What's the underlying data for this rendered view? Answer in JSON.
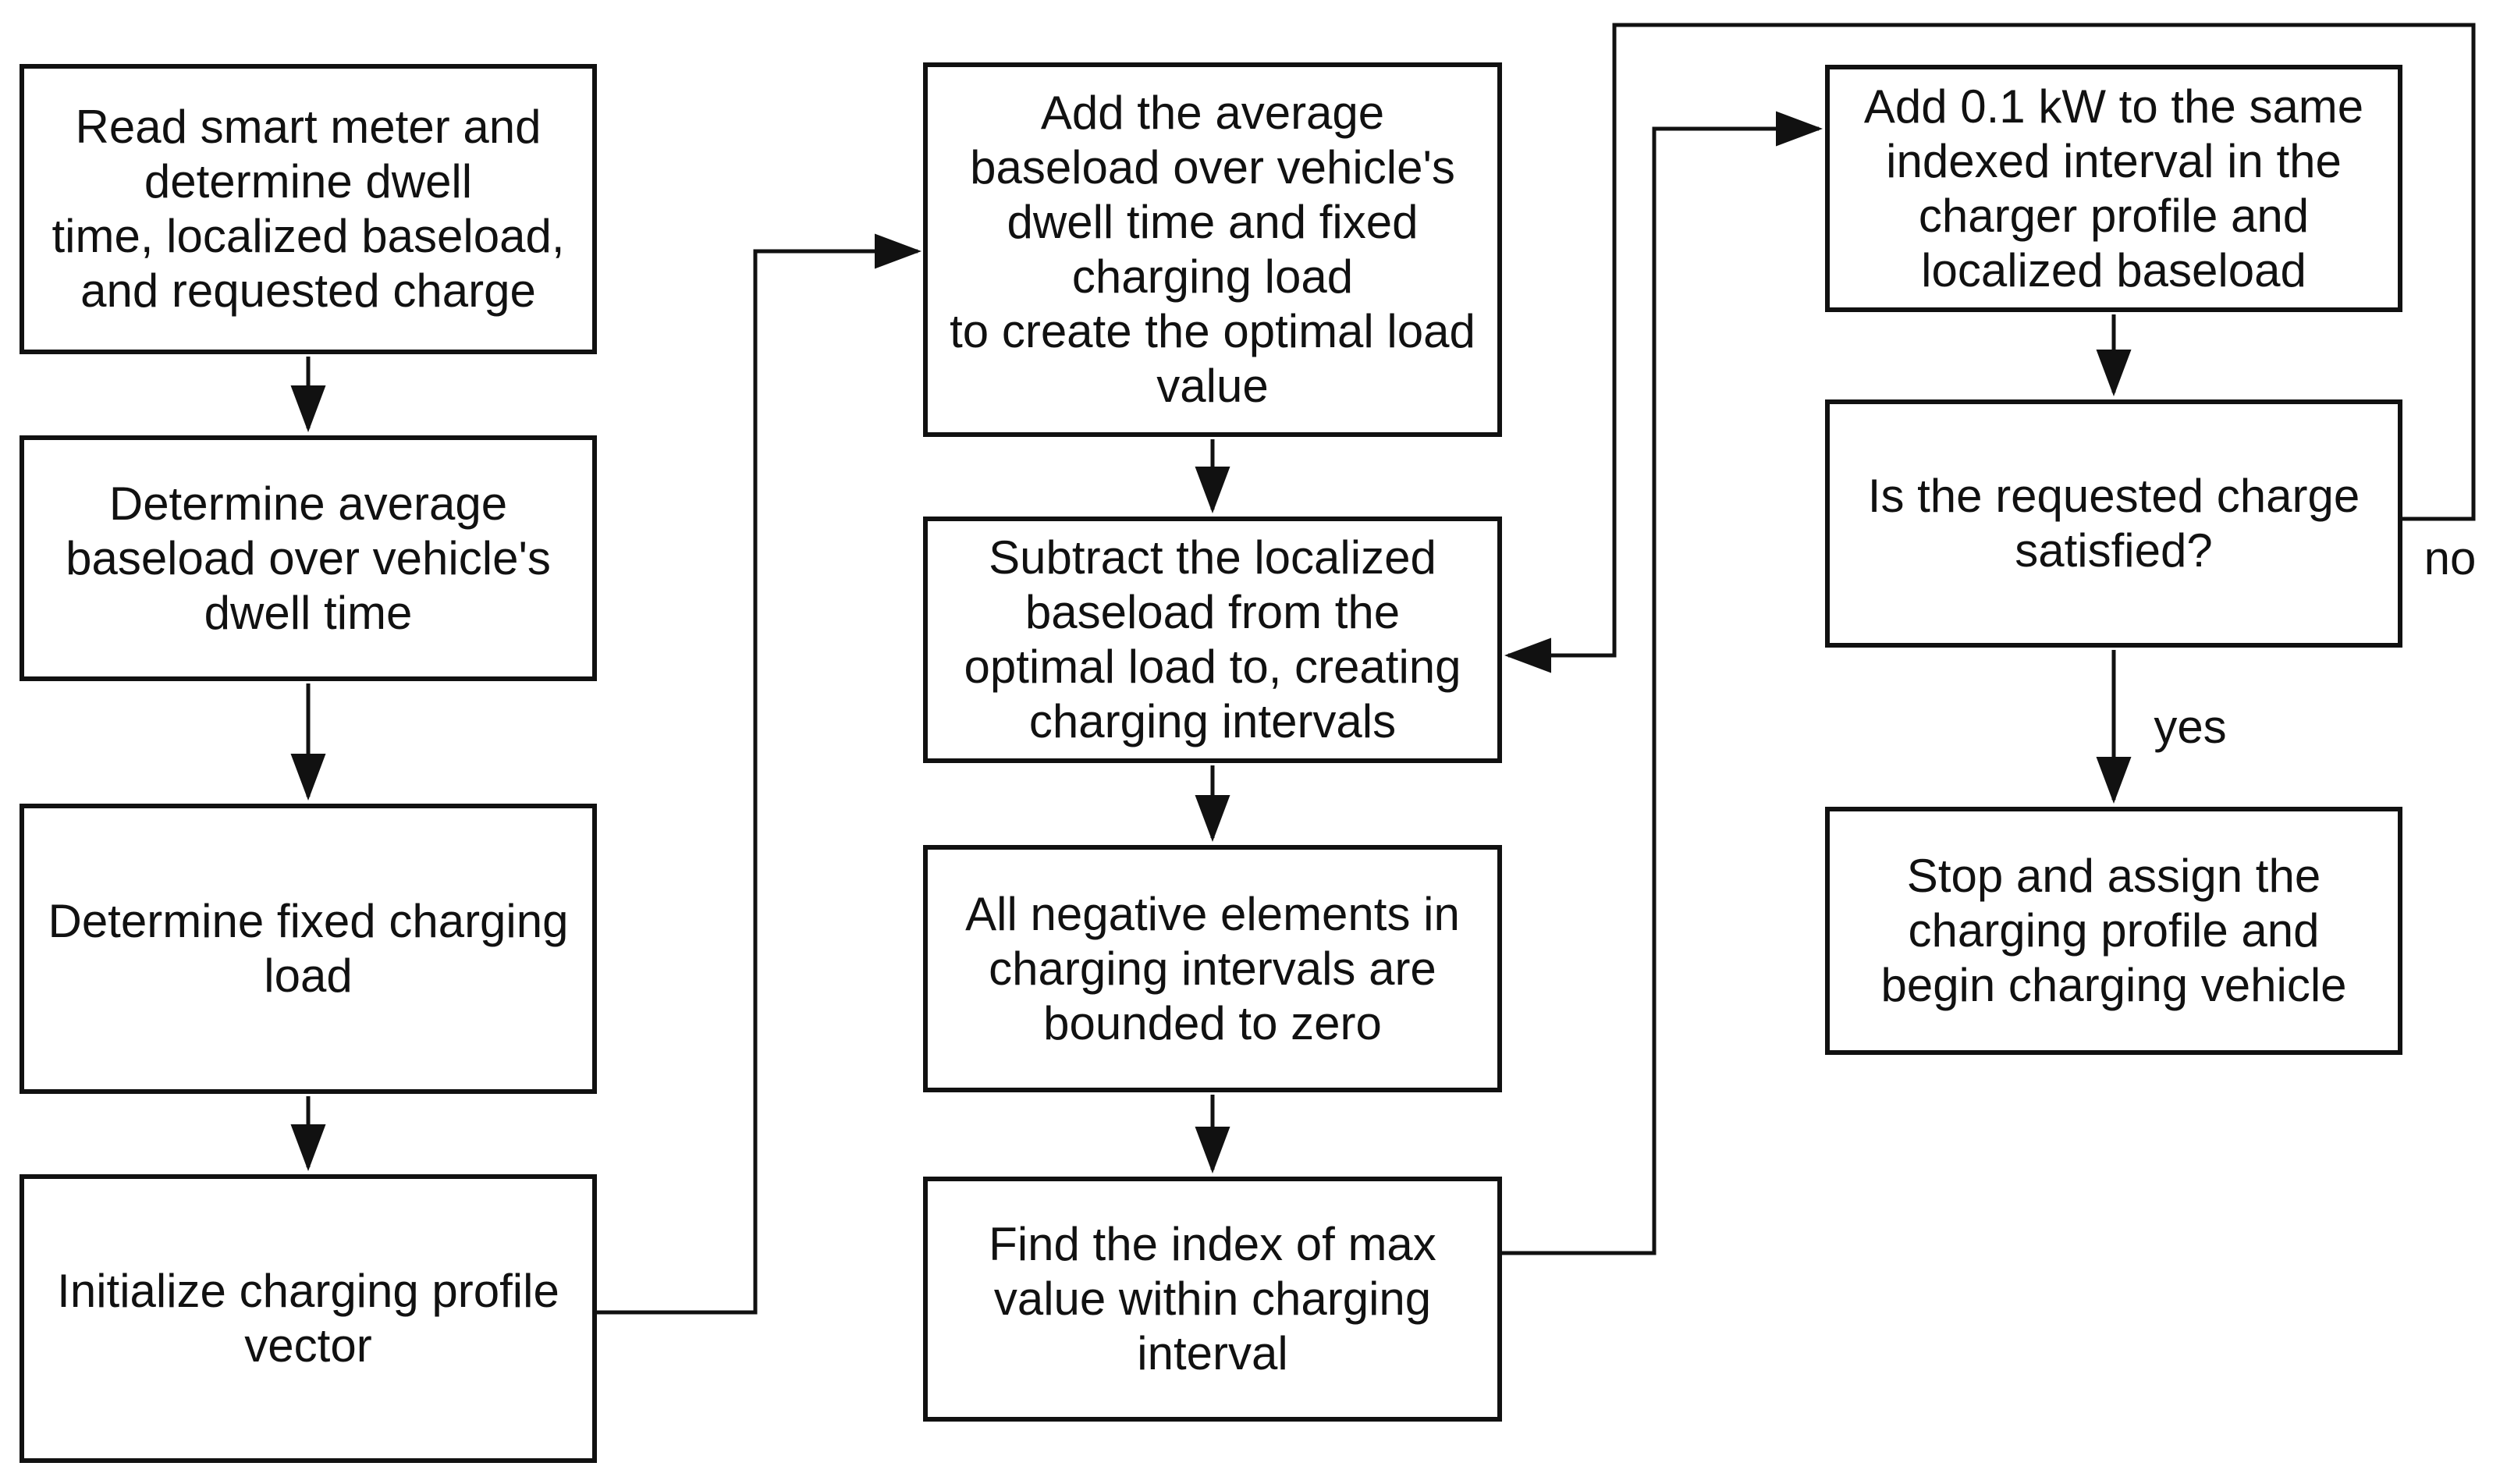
{
  "diagram": {
    "title": "EV smart charging algorithm flowchart",
    "colors": {
      "line": "#111111",
      "text": "#111111",
      "background": "#ffffff"
    },
    "boxes": [
      {
        "id": "read-smart-meter",
        "text": "Read smart meter and\ndetermine dwell\ntime, localized baseload,\nand requested charge"
      },
      {
        "id": "average-baseload",
        "text": "Determine average\nbaseload over vehicle's\ndwell time"
      },
      {
        "id": "fixed-charging-load",
        "text": "Determine fixed charging\nload"
      },
      {
        "id": "init-charging-profile",
        "text": "Initialize charging profile\nvector"
      },
      {
        "id": "add-average-baseload",
        "text": "Add the average\nbaseload over vehicle's\ndwell time and fixed\ncharging load\nto create the optimal load\nvalue"
      },
      {
        "id": "subtract-localized-baseload",
        "text": "Subtract the localized\nbaseload from the\noptimal load to, creating\ncharging intervals"
      },
      {
        "id": "bound-negative-elements",
        "text": "All negative elements in\ncharging intervals are\nbounded to zero"
      },
      {
        "id": "find-max-index",
        "text": "Find the index of max\nvalue within charging\ninterval"
      },
      {
        "id": "add-0-1-kw",
        "text": "Add 0.1 kW to the same\nindexed interval in the\ncharger profile and\nlocalized baseload"
      },
      {
        "id": "requested-charge-satisfied",
        "text": "Is the requested charge\nsatisfied?"
      },
      {
        "id": "stop-and-assign",
        "text": "Stop and assign the\ncharging profile and\nbegin charging vehicle"
      }
    ],
    "edge_labels": {
      "no": "no",
      "yes": "yes"
    }
  }
}
